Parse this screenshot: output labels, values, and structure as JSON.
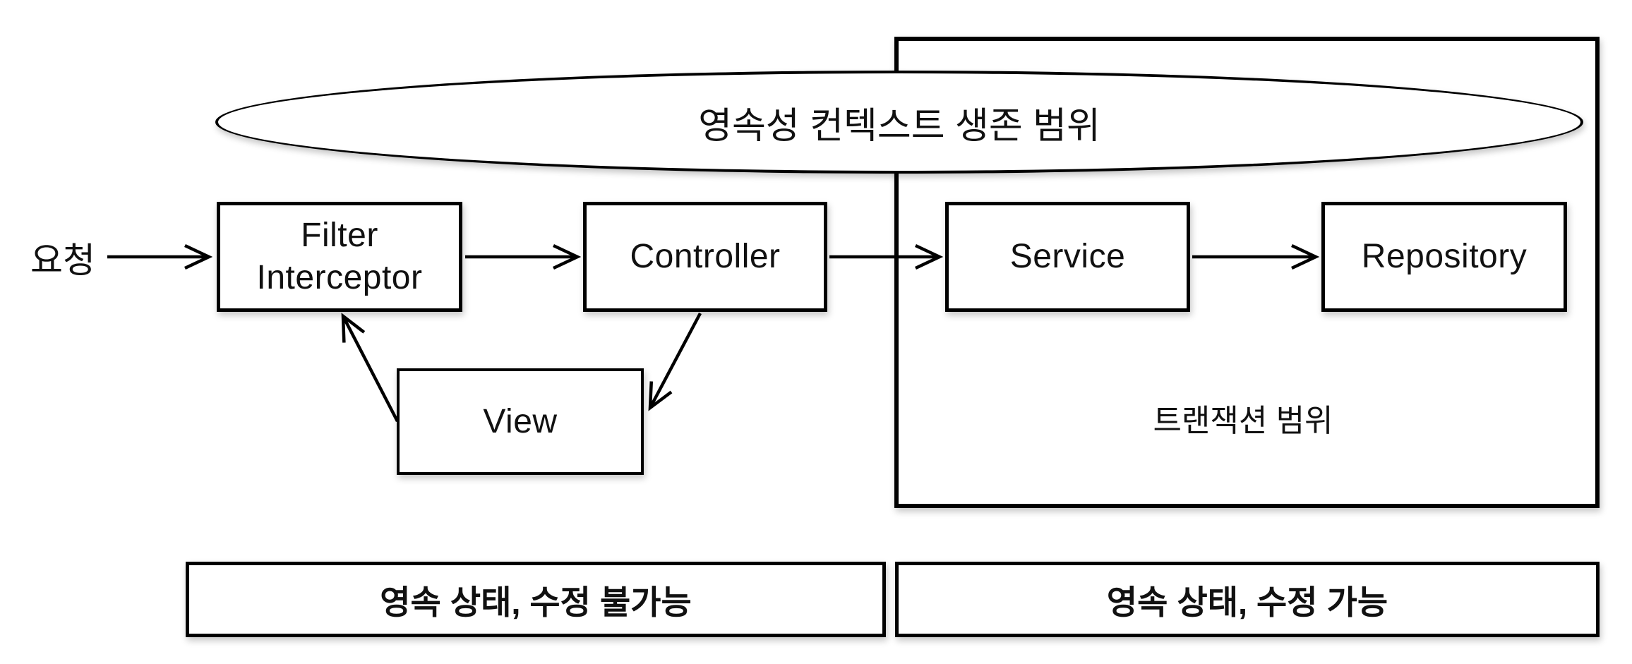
{
  "diagram": {
    "request_label": "요청",
    "persistence_scope_label": "영속성 컨텍스트 생존 범위",
    "transaction_scope_label": "트랜잭션 범위",
    "nodes": {
      "filter": {
        "line1": "Filter",
        "line2": "Interceptor"
      },
      "controller": "Controller",
      "service": "Service",
      "repository": "Repository",
      "view": "View"
    },
    "legend": {
      "left": "영속 상태, 수정 불가능",
      "right": "영속 상태, 수정 가능"
    },
    "colors": {
      "stroke": "#000000",
      "fill": "#ffffff",
      "canvas": "#ffffff"
    }
  }
}
